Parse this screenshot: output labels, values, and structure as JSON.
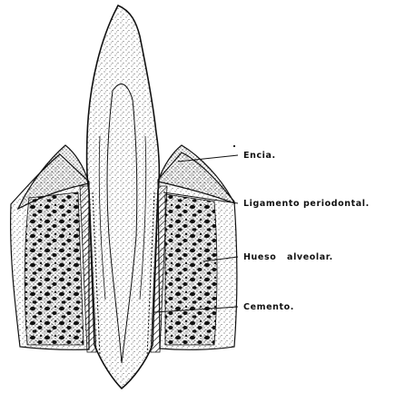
{
  "labels": {
    "encia": "Encia.",
    "ligamento": "Ligamento periodontal.",
    "hueso": "Hueso   alveolar.",
    "cemento": "Cemento."
  },
  "colors": {
    "ink": "#111111",
    "background": "#ffffff"
  }
}
